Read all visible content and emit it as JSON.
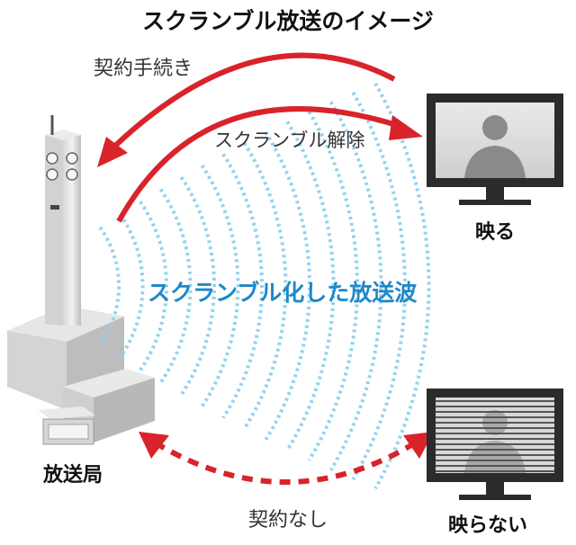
{
  "title": "スクランブル放送のイメージ",
  "labels": {
    "contract_procedure": "契約手続き",
    "scramble_release": "スクランブル解除",
    "scrambled_wave": "スクランブル化した放送波",
    "station": "放送局",
    "tv_ok": "映る",
    "tv_ng": "映らない",
    "no_contract": "契約なし"
  },
  "colors": {
    "arrow_red": "#d9232a",
    "wave_blue": "#8fd3f0",
    "wave_text_blue": "#1e88c9",
    "building_gray": "#c9c9c9"
  },
  "icons": {
    "tv_ok": "tv-person-icon",
    "tv_ng": "tv-noise-icon",
    "station": "broadcast-tower-icon"
  }
}
